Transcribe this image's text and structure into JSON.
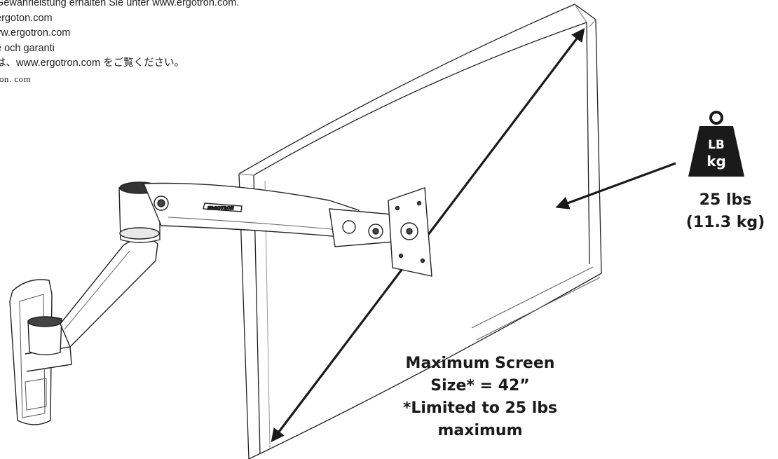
{
  "warranty_lines": [
    "Gewährleistung erhalten Sie unter www.ergotron.com.",
    "ergoton.com",
    "vw.ergotron.com",
    "e och garanti",
    "は、www.ergotron.com をご覧ください。",
    "ron. com"
  ],
  "weight_icon": {
    "icon": "weight-icon",
    "line1": "LB",
    "line2": "kg"
  },
  "weight_capacity": {
    "imperial": "25 lbs",
    "metric": "(11.3 kg)"
  },
  "screen_note": {
    "line1": "Maximum Screen",
    "line2": "Size* = 42”",
    "line3": "*Limited to 25 lbs",
    "line4": "maximum"
  },
  "arm_brand": "ERGOTRON",
  "colors": {
    "ink": "#1a1a1a",
    "outline": "#222222",
    "frame_light": "#bdbdbd"
  }
}
